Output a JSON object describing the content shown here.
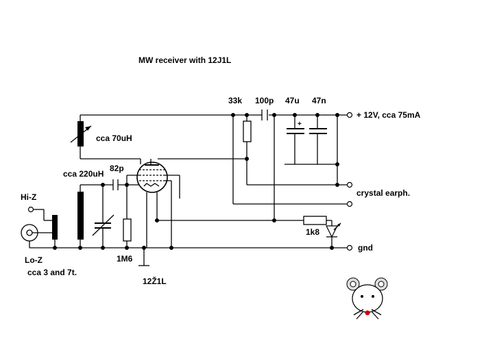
{
  "title": "MW receiver with  12J1L",
  "labels": {
    "r_33k": "33k",
    "c_100p": "100p",
    "c_47u": "47u",
    "c_47n": "47n",
    "supply": "+ 12V, cca 75mA",
    "l_70uh": "cca  70uH",
    "l_220uh": "cca 220uH",
    "c_82p": "82p",
    "crystal": "crystal earph.",
    "hiz": "Hi-Z",
    "r_1k8": "1k8",
    "gnd": "gnd",
    "loz": "Lo-Z",
    "turns": "cca 3 and 7t.",
    "r_1m6": "1M6",
    "tube": "12Ž1L",
    "plus": "+"
  },
  "colors": {
    "wire": "#000000",
    "background": "#ffffff",
    "mouse_nose": "#cc0000"
  }
}
